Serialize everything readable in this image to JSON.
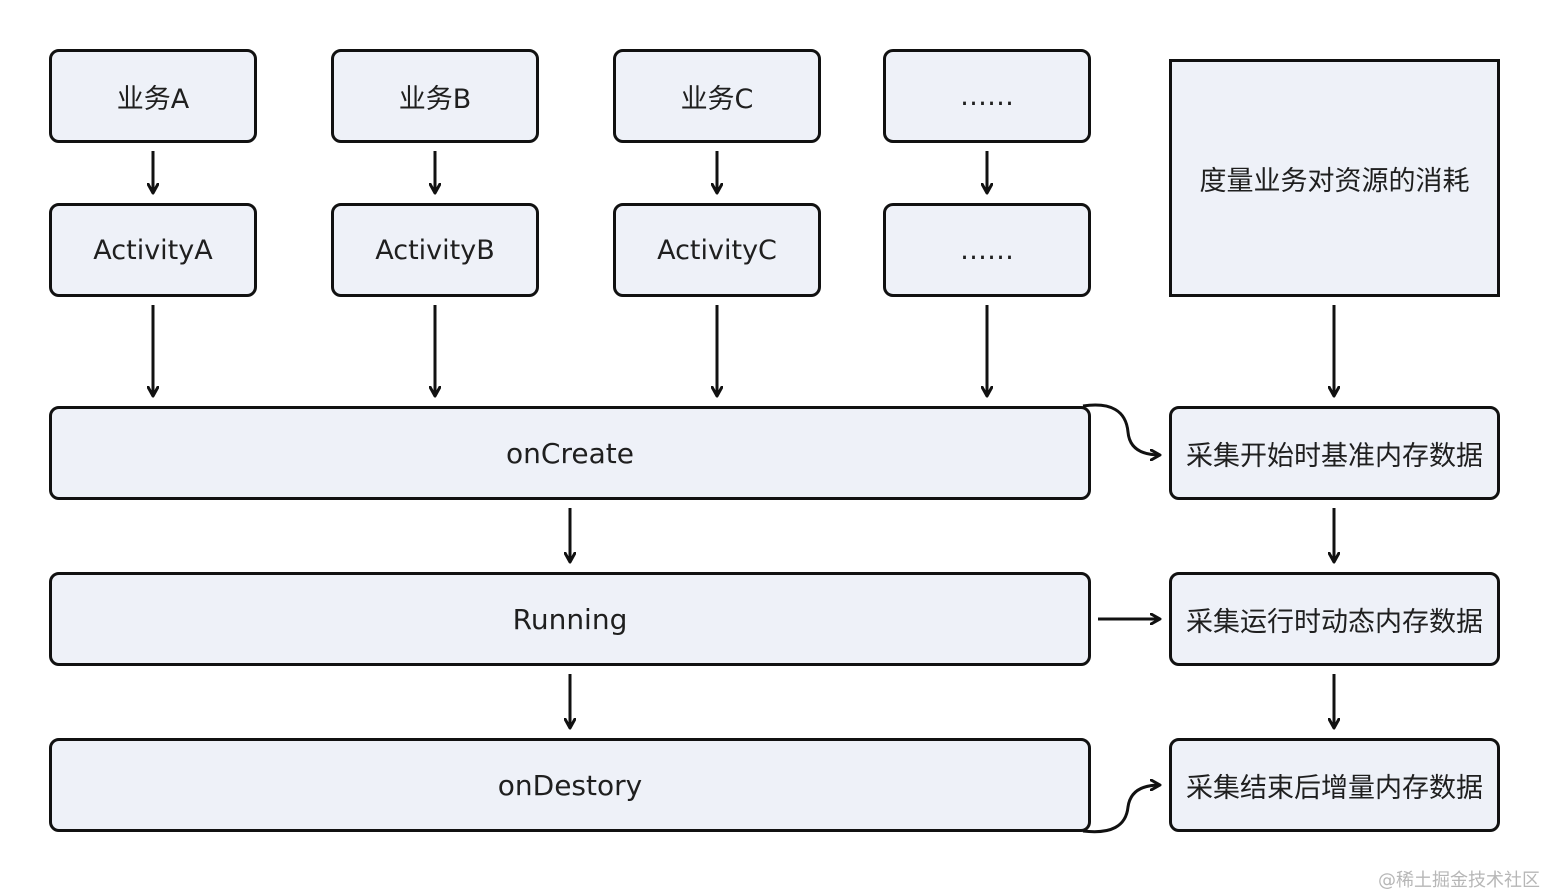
{
  "business": [
    "业务A",
    "业务B",
    "业务C",
    "……"
  ],
  "activities": [
    "ActivityA",
    "ActivityB",
    "ActivityC",
    "……"
  ],
  "lifecycle": {
    "create": "onCreate",
    "running": "Running",
    "destroy": "onDestory"
  },
  "measure": {
    "goal": "度量业务对资源的消耗",
    "baseline": "采集开始时基准内存数据",
    "runtime": "采集运行时动态内存数据",
    "increment": "采集结束后增量内存数据"
  },
  "watermark": "@稀土掘金技术社区",
  "colors": {
    "node_fill": "#eef1f8",
    "stroke": "#111111"
  }
}
